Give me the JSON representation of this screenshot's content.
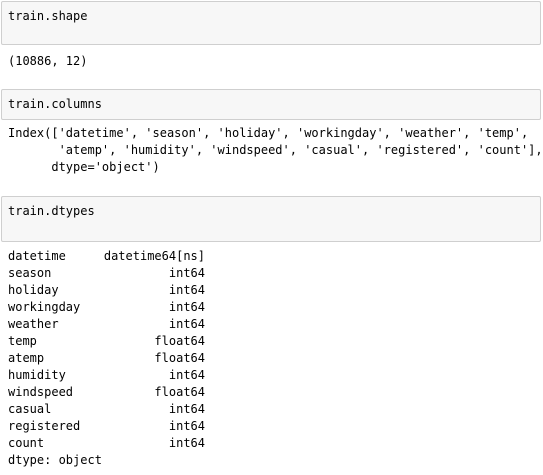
{
  "cells": [
    {
      "input": "train.shape",
      "output": "(10886, 12)"
    },
    {
      "input": "train.columns",
      "output_lines": [
        "Index(['datetime', 'season', 'holiday', 'workingday', 'weather', 'temp',",
        "       'atemp', 'humidity', 'windspeed', 'casual', 'registered', 'count'],",
        "      dtype='object')"
      ]
    },
    {
      "input": "train.dtypes",
      "dtypes": [
        {
          "name": "datetime",
          "type": "datetime64[ns]"
        },
        {
          "name": "season",
          "type": "int64"
        },
        {
          "name": "holiday",
          "type": "int64"
        },
        {
          "name": "workingday",
          "type": "int64"
        },
        {
          "name": "weather",
          "type": "int64"
        },
        {
          "name": "temp",
          "type": "float64"
        },
        {
          "name": "atemp",
          "type": "float64"
        },
        {
          "name": "humidity",
          "type": "int64"
        },
        {
          "name": "windspeed",
          "type": "float64"
        },
        {
          "name": "casual",
          "type": "int64"
        },
        {
          "name": "registered",
          "type": "int64"
        },
        {
          "name": "count",
          "type": "int64"
        }
      ],
      "footer": "dtype: object"
    }
  ]
}
